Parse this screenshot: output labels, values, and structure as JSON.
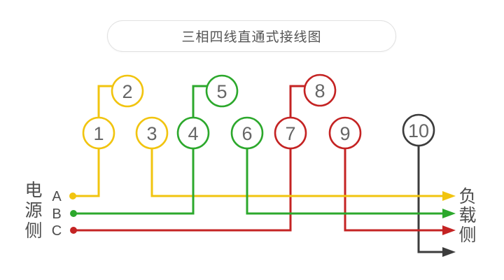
{
  "title": "三相四线直通式接线图",
  "colors": {
    "phase_a": "#F1C40F",
    "phase_b": "#2CA82C",
    "phase_c": "#C42323",
    "neutral": "#3C3C3C",
    "terminal_number": "#666666",
    "label_text": "#4D4D4D"
  },
  "source_side": {
    "chars": [
      "电",
      "源",
      "侧"
    ],
    "phase_labels": [
      "A",
      "B",
      "C"
    ]
  },
  "load_side": {
    "chars": [
      "负",
      "载",
      "侧"
    ]
  },
  "terminals": [
    {
      "label": "1",
      "color": "#F1C40F"
    },
    {
      "label": "2",
      "color": "#F1C40F"
    },
    {
      "label": "3",
      "color": "#F1C40F"
    },
    {
      "label": "4",
      "color": "#2CA82C"
    },
    {
      "label": "5",
      "color": "#2CA82C"
    },
    {
      "label": "6",
      "color": "#2CA82C"
    },
    {
      "label": "7",
      "color": "#C42323"
    },
    {
      "label": "8",
      "color": "#C42323"
    },
    {
      "label": "9",
      "color": "#C42323"
    },
    {
      "label": "10",
      "color": "#3C3C3C"
    }
  ]
}
